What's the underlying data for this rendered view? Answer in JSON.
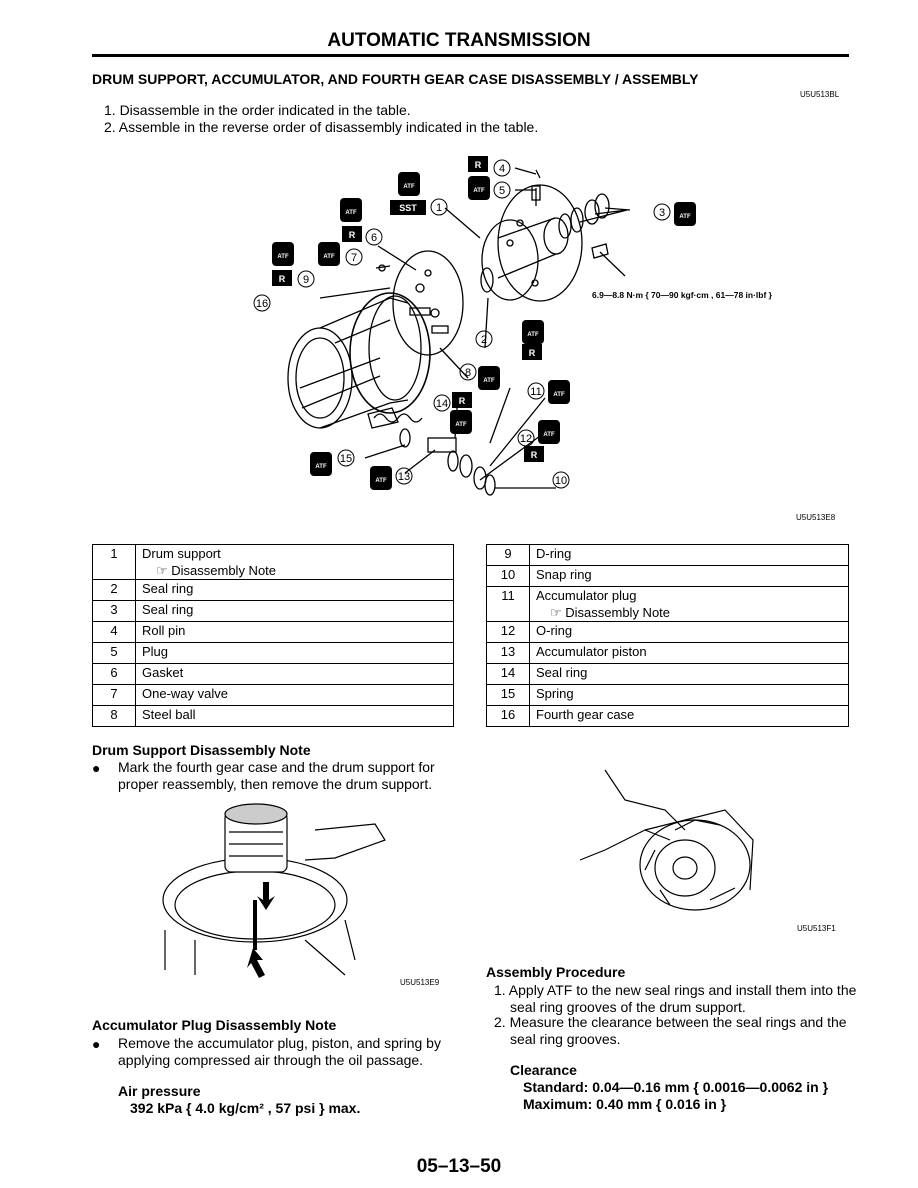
{
  "header": {
    "title": "AUTOMATIC TRANSMISSION"
  },
  "section": {
    "title": "DRUM SUPPORT, ACCUMULATOR, AND FOURTH GEAR CASE DISASSEMBLY / ASSEMBLY",
    "code": "U5U513BL",
    "steps": [
      "1. Disassemble in the order indicated in the table.",
      "2. Assemble in the reverse order of disassembly indicated in the table."
    ]
  },
  "diagram": {
    "code": "U5U513E8",
    "torque": "6.9—8.8 N·m { 70—90 kgf·cm , 61—78 in·lbf }",
    "badge_atf": "ATF",
    "badge_r": "R",
    "badge_sst": "SST",
    "callouts": [
      "1",
      "2",
      "3",
      "4",
      "5",
      "6",
      "7",
      "8",
      "9",
      "10",
      "11",
      "12",
      "13",
      "14",
      "15",
      "16"
    ]
  },
  "parts_left": [
    {
      "n": "1",
      "name": "Drum support",
      "note": "☞ Disassembly Note"
    },
    {
      "n": "2",
      "name": "Seal ring"
    },
    {
      "n": "3",
      "name": "Seal ring"
    },
    {
      "n": "4",
      "name": "Roll pin"
    },
    {
      "n": "5",
      "name": "Plug"
    },
    {
      "n": "6",
      "name": "Gasket"
    },
    {
      "n": "7",
      "name": "One-way valve"
    },
    {
      "n": "8",
      "name": "Steel ball"
    }
  ],
  "parts_right": [
    {
      "n": "9",
      "name": "D-ring"
    },
    {
      "n": "10",
      "name": "Snap ring"
    },
    {
      "n": "11",
      "name": "Accumulator plug",
      "note": "☞ Disassembly Note"
    },
    {
      "n": "12",
      "name": "O-ring"
    },
    {
      "n": "13",
      "name": "Accumulator piston"
    },
    {
      "n": "14",
      "name": "Seal ring"
    },
    {
      "n": "15",
      "name": "Spring"
    },
    {
      "n": "16",
      "name": "Fourth gear case"
    }
  ],
  "drum_note": {
    "title": "Drum Support Disassembly Note",
    "bullet": "Mark the fourth gear case and the drum support for proper reassembly, then remove the drum support.",
    "fig_code": "U5U513E9"
  },
  "accum_note": {
    "title": "Accumulator Plug Disassembly Note",
    "bullet": "Remove the accumulator plug, piston, and spring by applying compressed air through the oil passage.",
    "air_title": "Air pressure",
    "air_value": "392 kPa { 4.0 kg/cm² , 57 psi } max."
  },
  "right_fig": {
    "code": "U5U513F1"
  },
  "assembly": {
    "title": "Assembly Procedure",
    "step1": "1. Apply ATF to the new seal rings and install them into the seal ring grooves of the drum support.",
    "step2": "2. Measure the clearance between the seal rings and the seal ring grooves.",
    "clearance_title": "Clearance",
    "standard": "Standard: 0.04—0.16 mm { 0.0016—0.0062 in }",
    "maximum": "Maximum: 0.40 mm { 0.016 in }"
  },
  "footer": {
    "page": "05–13–50"
  }
}
